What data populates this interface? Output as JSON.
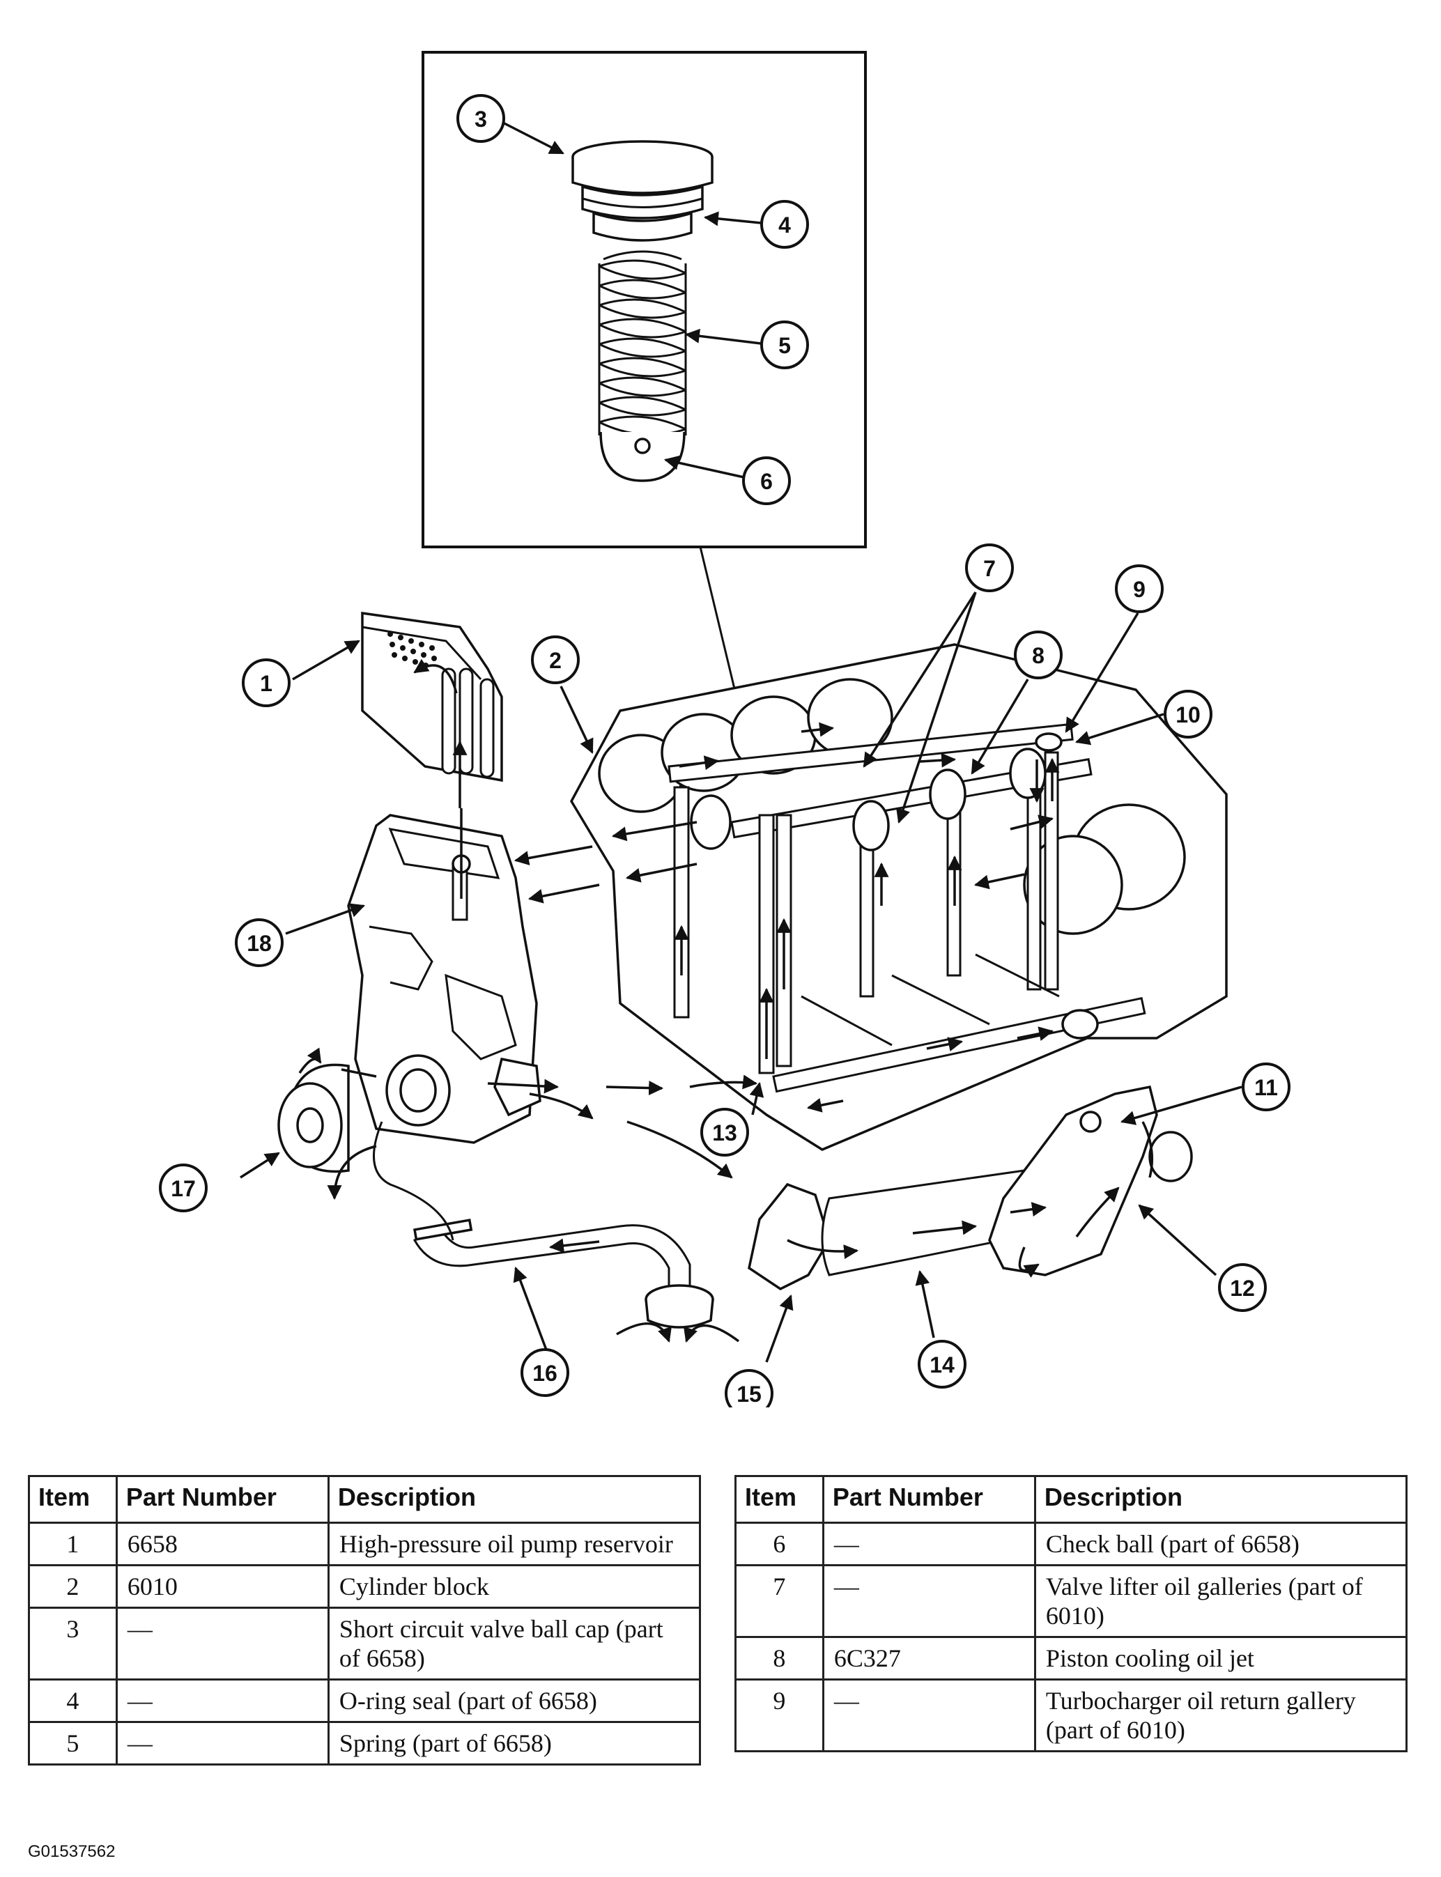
{
  "callouts": [
    "1",
    "2",
    "3",
    "4",
    "5",
    "6",
    "7",
    "8",
    "9",
    "10",
    "11",
    "12",
    "13",
    "14",
    "15",
    "16",
    "17",
    "18"
  ],
  "table_headers": {
    "item": "Item",
    "part_number": "Part Number",
    "description": "Description"
  },
  "parts_table_left": [
    {
      "item": "1",
      "part_number": "6658",
      "description": "High-pressure oil pump reservoir"
    },
    {
      "item": "2",
      "part_number": "6010",
      "description": "Cylinder block"
    },
    {
      "item": "3",
      "part_number": "—",
      "description": "Short circuit valve ball cap (part of 6658)"
    },
    {
      "item": "4",
      "part_number": "—",
      "description": "O-ring seal (part of 6658)"
    },
    {
      "item": "5",
      "part_number": "—",
      "description": "Spring (part of 6658)"
    }
  ],
  "parts_table_right": [
    {
      "item": "6",
      "part_number": "—",
      "description": "Check ball (part of 6658)"
    },
    {
      "item": "7",
      "part_number": "—",
      "description": "Valve lifter oil galleries (part of 6010)"
    },
    {
      "item": "8",
      "part_number": "6C327",
      "description": "Piston cooling oil jet"
    },
    {
      "item": "9",
      "part_number": "—",
      "description": "Turbocharger oil return gallery (part of 6010)"
    }
  ],
  "figure_id": "G01537562"
}
